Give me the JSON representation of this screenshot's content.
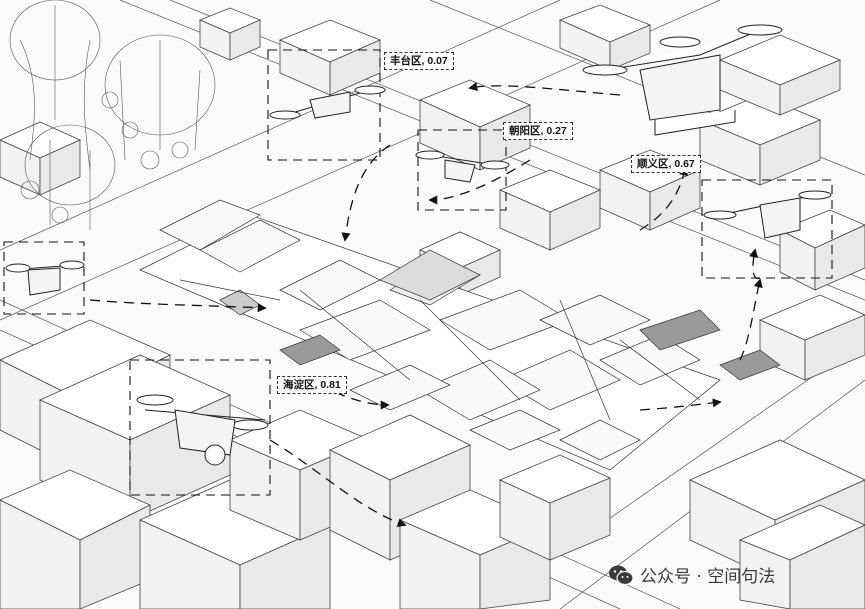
{
  "labels": {
    "fengtai": "丰台区, 0.07",
    "chaoyang": "朝阳区, 0.27",
    "shunyi": "顺义区, 0.67",
    "haidian": "海淀区, 0.81"
  },
  "watermark": {
    "text": "公众号 · 空间句法",
    "icon": "wechat-icon"
  },
  "colors": {
    "background": "#fbfbfb",
    "line": "#3a3a3a",
    "dash": "#111111"
  }
}
